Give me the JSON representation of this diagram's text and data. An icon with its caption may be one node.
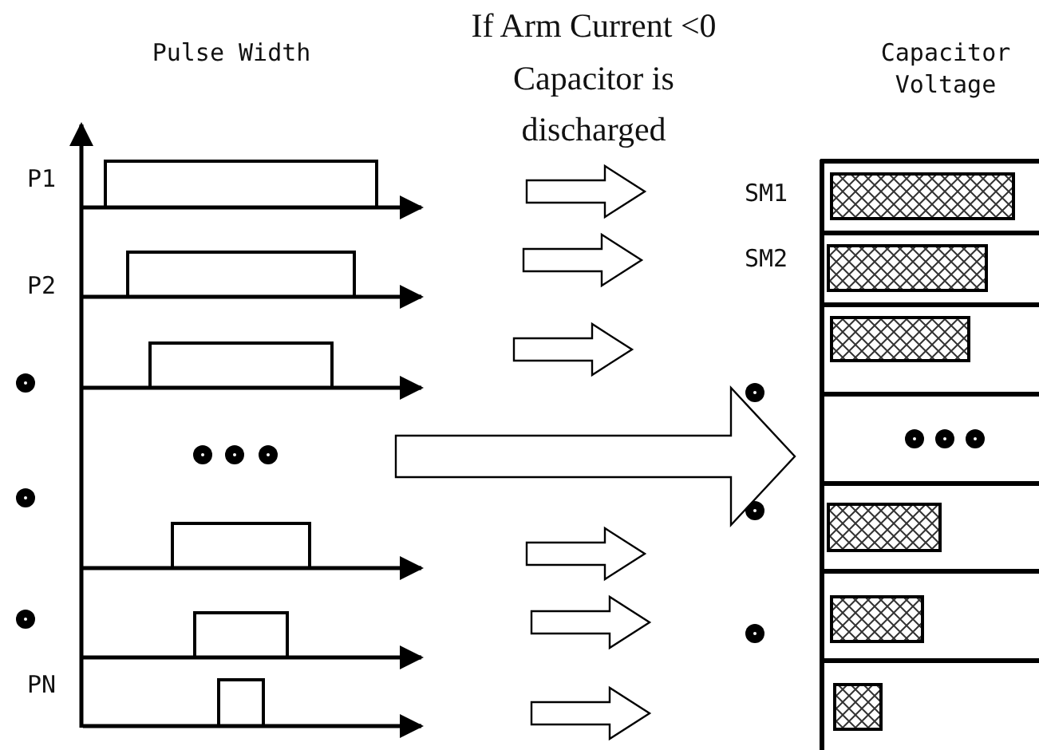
{
  "diagram": {
    "labels": [
      "Pulse Width",
      "If Arm Current <0 Capacitor is discharged",
      "Capacitor Voltage",
      "P1",
      "SM1",
      "SM2",
      "P2",
      "PN"
    ]
  }
}
